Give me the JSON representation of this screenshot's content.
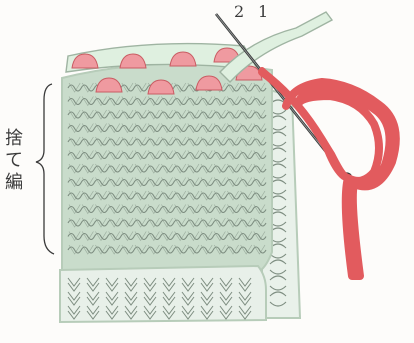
{
  "markers": {
    "first": "2",
    "second": "1"
  },
  "side_label": [
    "捨",
    "て",
    "編"
  ],
  "colors": {
    "fabric": "#c9dccb",
    "fabric_border": "#b7ccb9",
    "stitch_line": "#7d8d80",
    "yarn_red": "#e25b5e",
    "red_loop": "#ef9aa0",
    "cream_yarn": "#dff0e0",
    "needle": "#3a3a3a",
    "bind_chain": "#eef4ef"
  }
}
